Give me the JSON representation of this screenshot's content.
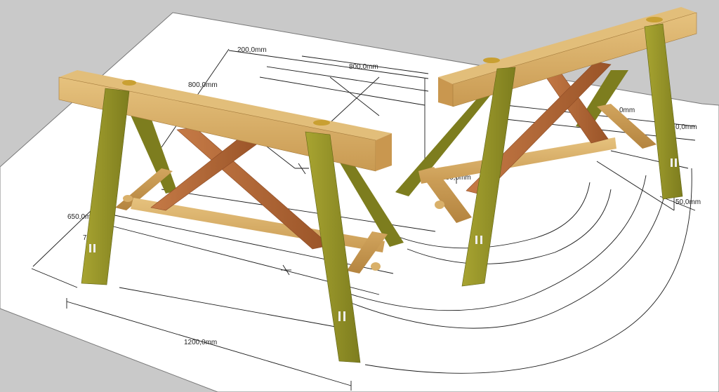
{
  "dimensions": {
    "d200": "200,0mm",
    "d800_top": "800,0mm",
    "d800_left": "800,0mm",
    "d650": "650,0mm",
    "d1200": "1200,0mm",
    "d150": "150,0mm",
    "d50": "50,0mm",
    "d70": "70",
    "dR1": "0mm",
    "dR2": "0,0mm"
  },
  "colors": {
    "background": "#c9c9c9",
    "paper": "#ffffff",
    "pine": "#d9b06a",
    "pine_dark": "#b98a44",
    "leg_olive": "#9a9a2a",
    "leg_olive_dark": "#6f7218",
    "brace": "#b56a3c",
    "brace_dark": "#8d4a25",
    "line": "#1a1a1a"
  }
}
